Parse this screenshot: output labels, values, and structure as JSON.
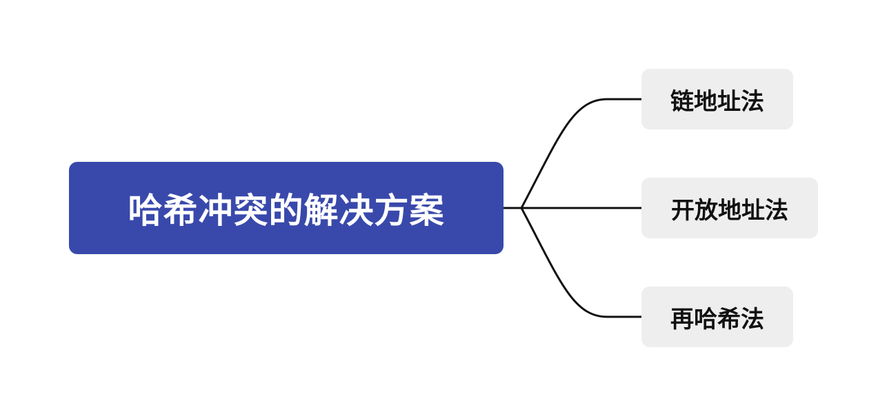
{
  "mindmap": {
    "root": {
      "label": "哈希冲突的解决方案",
      "color": "#3949ab"
    },
    "children": [
      {
        "label": "链地址法"
      },
      {
        "label": "开放地址法"
      },
      {
        "label": "再哈希法"
      }
    ],
    "child_color": "#eeeeee",
    "connector_color": "#111111"
  }
}
